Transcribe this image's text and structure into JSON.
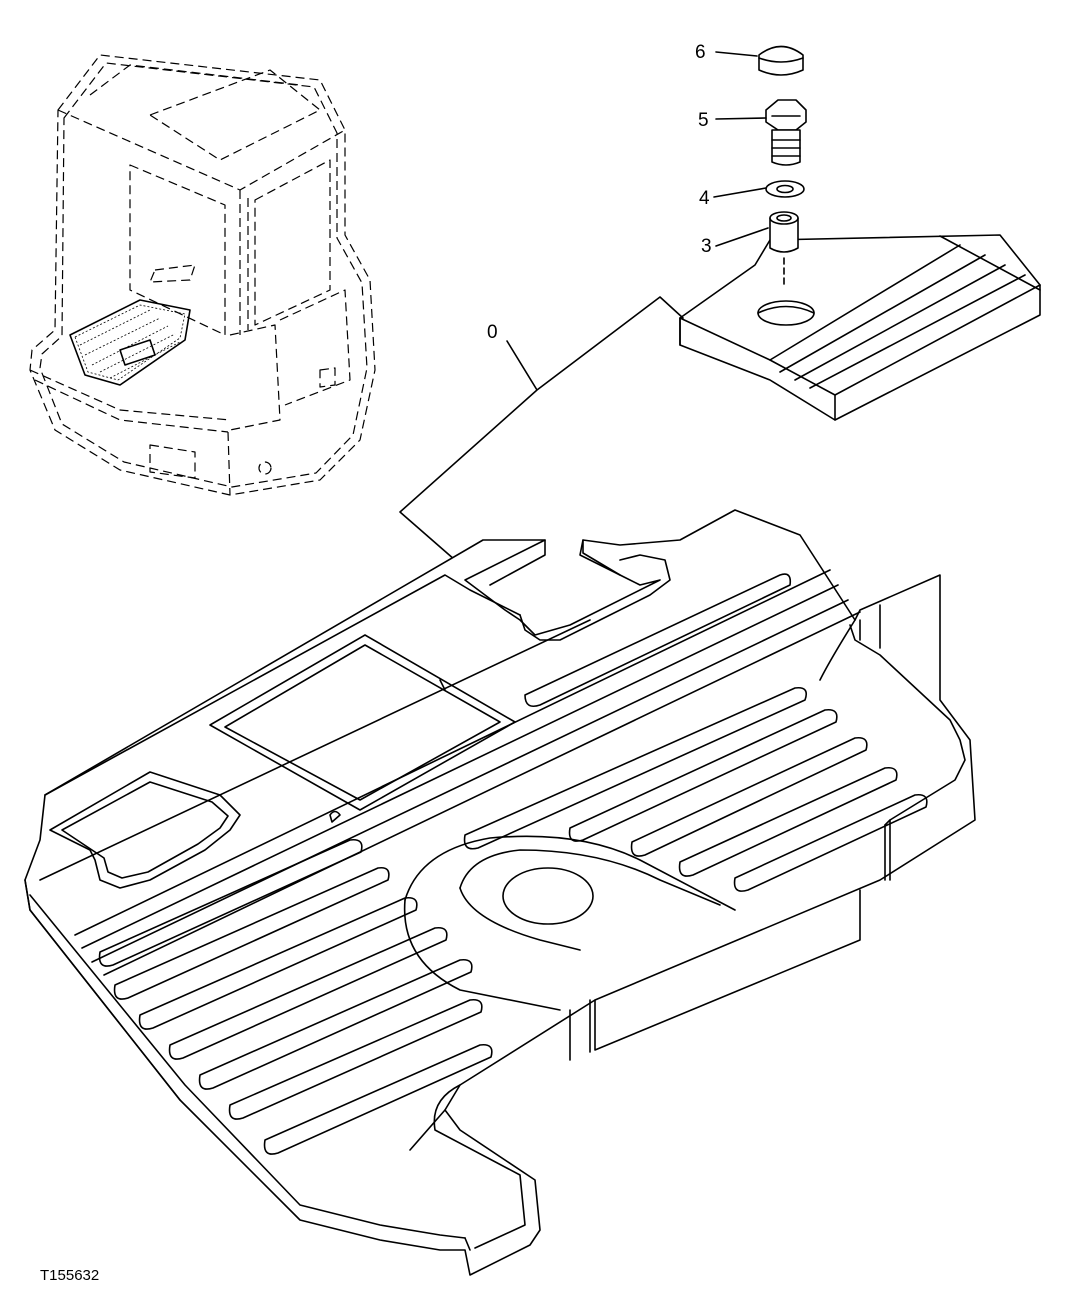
{
  "figure_id": "T155632",
  "callouts": [
    {
      "id": "callout-0",
      "label": "0"
    },
    {
      "id": "callout-3",
      "label": "3"
    },
    {
      "id": "callout-4",
      "label": "4"
    },
    {
      "id": "callout-5",
      "label": "5"
    },
    {
      "id": "callout-6",
      "label": "6"
    }
  ]
}
